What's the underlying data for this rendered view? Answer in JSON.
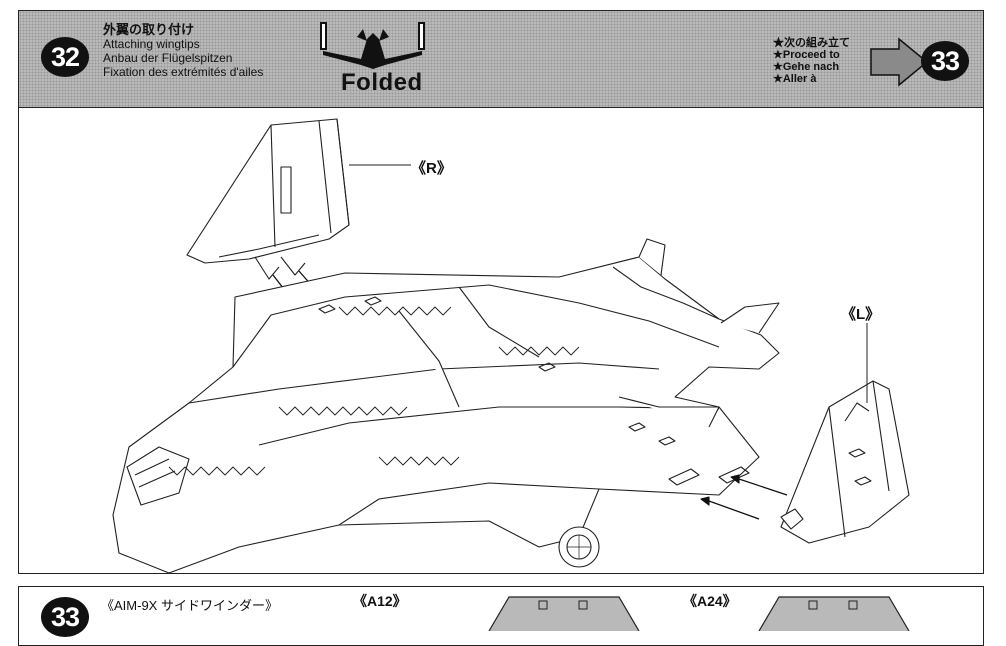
{
  "step": {
    "number": "32",
    "title_ja": "外翼の取り付け",
    "title_en": "Attaching wingtips",
    "title_de": "Anbau der Flügelspitzen",
    "title_fr": "Fixation des extrémités d'ailes",
    "mode_label": "Folded"
  },
  "next_step": {
    "line_ja": "★次の組み立て",
    "line_en": "★Proceed to",
    "line_de": "★Gehe nach",
    "line_fr": "★Aller à",
    "number": "33"
  },
  "callouts": {
    "right_wing": "《R》",
    "left_wing": "《L》"
  },
  "next_panel": {
    "number": "33",
    "title": "《AIM-9X サイドワインダー》",
    "part_a12": "《A12》",
    "part_a24": "《A24》"
  }
}
